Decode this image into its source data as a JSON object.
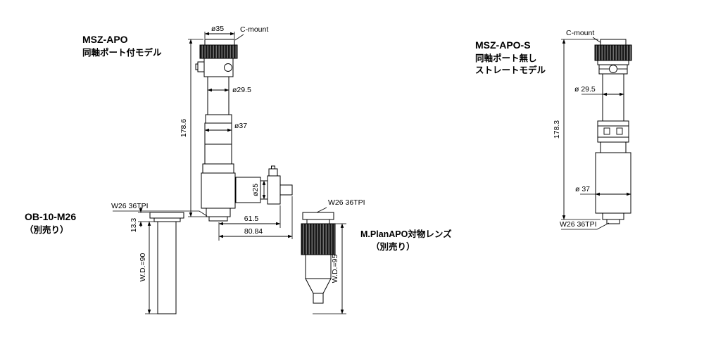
{
  "drawing": {
    "background": "#ffffff",
    "ink": "#000000"
  },
  "msz_apo": {
    "title": "MSZ-APO",
    "subtitle": "同軸ポート付モデル",
    "dims": {
      "top_diameter": "ø35",
      "cmount": "C-mount",
      "upper_tube_diameter": "ø29.5",
      "total_height": "178.6",
      "zoom_tube_diameter": "ø37",
      "port_diameter": "ø25",
      "mount_thread": "W26 36TPI",
      "port_axis_offset": "61.5",
      "port_overall_length": "80.84",
      "objective_thread": "W26 36TPI"
    }
  },
  "ob_adapter": {
    "title": "OB-10-M26",
    "note": "（別売り）",
    "dims": {
      "flange_height": "13.3",
      "working_distance": "W.D.=90"
    }
  },
  "objective_lens": {
    "title": "M.PlanAPO対物レンズ",
    "note": "（別売り）",
    "dims": {
      "working_distance": "W.D.=95"
    }
  },
  "msz_apo_s": {
    "title": "MSZ-APO-S",
    "subtitle_line1": "同軸ポート無し",
    "subtitle_line2": "ストレートモデル",
    "dims": {
      "cmount": "C-mount",
      "upper_tube_diameter": "ø 29.5",
      "total_height": "178.3",
      "lower_tube_diameter": "ø 37",
      "mount_thread": "W26 36TPI"
    }
  }
}
